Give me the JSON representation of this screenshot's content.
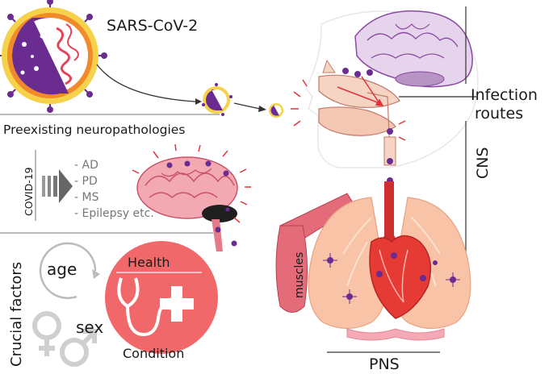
{
  "virus": {
    "name": "SARS-CoV-2"
  },
  "preexisting": {
    "title": "Preexisting neuropathologies",
    "trigger": "COVID-19",
    "items": [
      "- AD",
      "- PD",
      "- MS",
      "- Epilepsy etc."
    ]
  },
  "crucial": {
    "title": "Crucial factors",
    "age": "age",
    "sex": "sex",
    "health": "Health",
    "condition": "Condition"
  },
  "body": {
    "infection_routes_line1": "Infection",
    "infection_routes_line2": "routes",
    "cns": "CNS",
    "pns": "PNS",
    "muscles": "muscles"
  },
  "colors": {
    "virus_purple": "#6a2c91",
    "virus_yellow": "#f4c20d",
    "brain_pink": "#f1a3b0",
    "health_red": "#f0686a",
    "lung": "#f8c3a6",
    "heart": "#e63a35"
  }
}
